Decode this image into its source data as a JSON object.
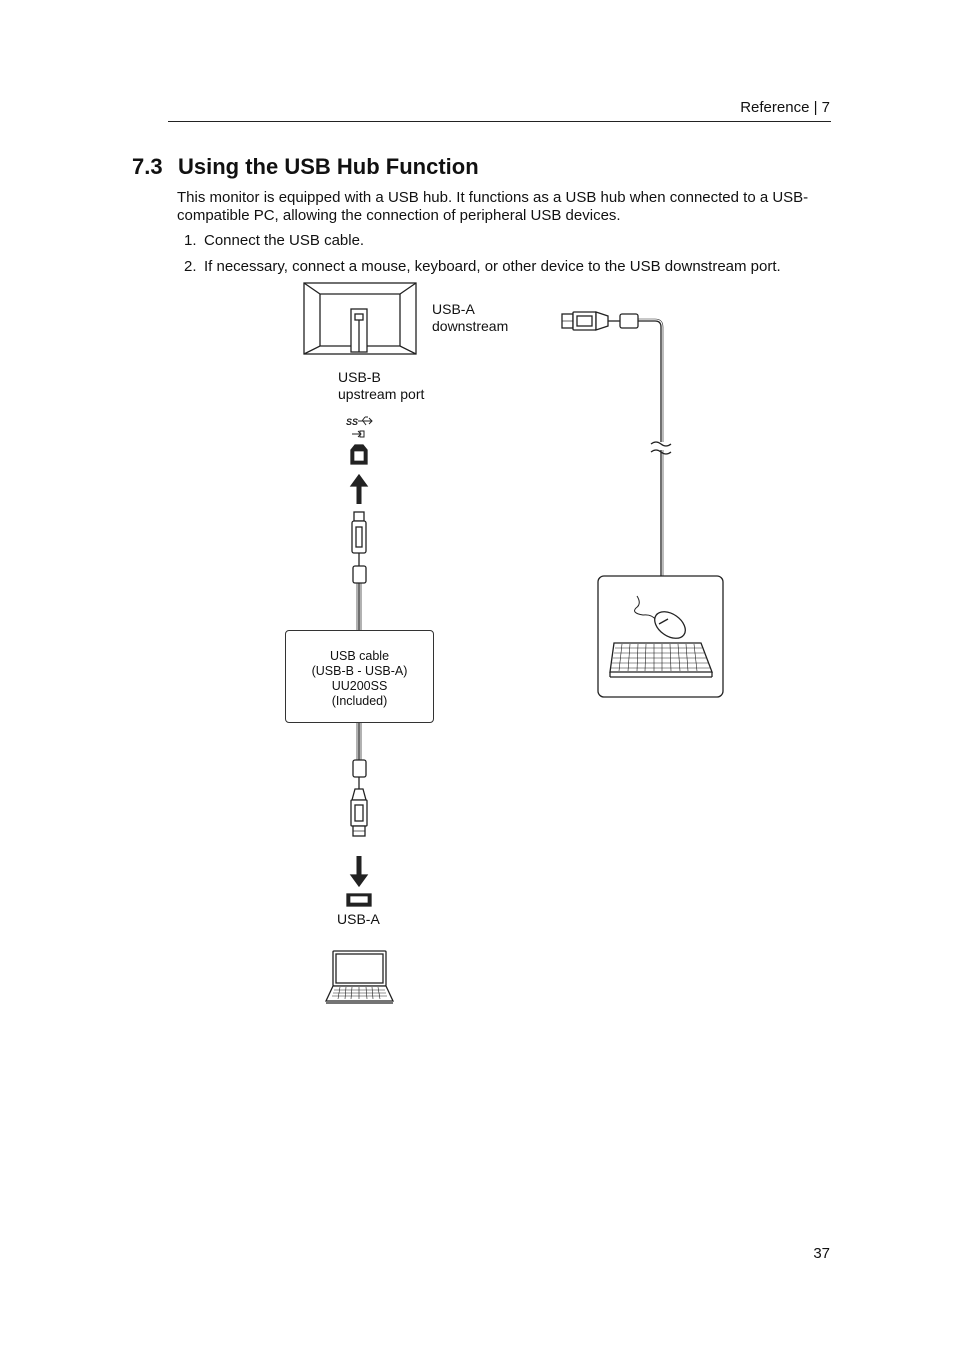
{
  "header": {
    "text": "Reference  |  7"
  },
  "section": {
    "number": "7.3",
    "title": "Using the USB Hub Function",
    "intro": "This monitor is equipped with a USB hub. It functions as a USB hub when connected to a USB-compatible PC, allowing the connection of peripheral USB devices.",
    "steps": [
      {
        "n": "1.",
        "text": "Connect the USB cable."
      },
      {
        "n": "2.",
        "text": "If necessary, connect a mouse, keyboard, or other device to the USB downstream port."
      }
    ]
  },
  "diagram": {
    "usb_a_downstream": [
      "USB-A",
      "downstream"
    ],
    "usb_b_upstream": [
      "USB-B",
      "upstream port"
    ],
    "cable_box": [
      "USB cable",
      "(USB-B - USB-A)",
      "UU200SS",
      "(Included)"
    ],
    "usb_a": "USB-A",
    "ss_logo": "SS"
  },
  "page_number": "37"
}
